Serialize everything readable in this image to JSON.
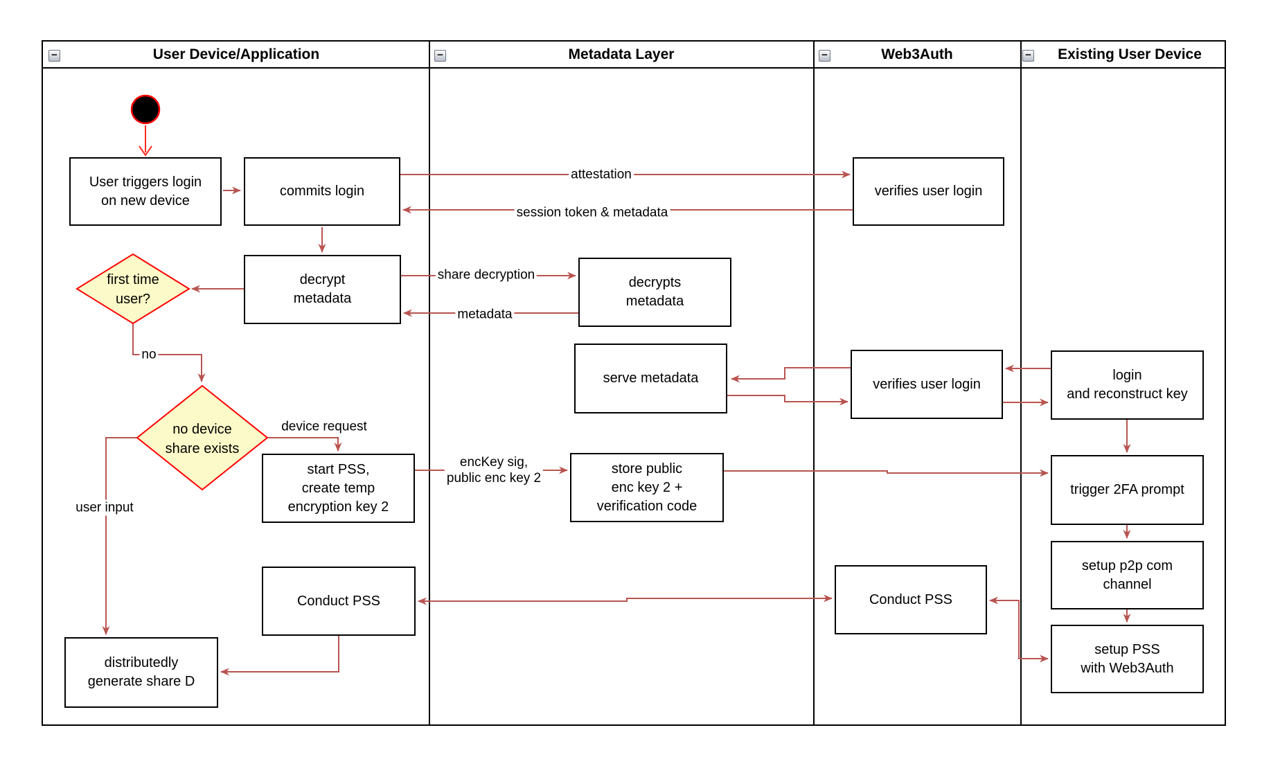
{
  "diagram_title": "Web3Auth device share / PSS login flow (swimlane activity diagram)",
  "colors": {
    "arrow": "#B85450",
    "accent_red": "#FF0000",
    "diamond_fill": "#FCFAC8",
    "shape_border": "#000000",
    "background": "#FFFFFF"
  },
  "lanes": [
    {
      "title": "User Device/Application",
      "collapse_glyph": "−"
    },
    {
      "title": "Metadata Layer",
      "collapse_glyph": "−"
    },
    {
      "title": "Web3Auth",
      "collapse_glyph": "−"
    },
    {
      "title": "Existing User Device",
      "collapse_glyph": "−"
    }
  ],
  "nodes": {
    "user_triggers": {
      "label": "User triggers login\non new device"
    },
    "commits_login": {
      "label": "commits login"
    },
    "verifies_login_top": {
      "label": "verifies user login"
    },
    "decrypt_metadata": {
      "label": "decrypt\nmetadata"
    },
    "first_time_user": {
      "label": "first time\nuser?"
    },
    "decrypts_metadata": {
      "label": "decrypts\nmetadata"
    },
    "serve_metadata": {
      "label": "serve metadata"
    },
    "verifies_login_mid": {
      "label": "verifies user login"
    },
    "login_reconstruct": {
      "label": "login\nand reconstruct key"
    },
    "no_device_share": {
      "label": "no device\nshare exists"
    },
    "start_pss": {
      "label": "start PSS,\ncreate temp\nencryption key 2"
    },
    "store_public": {
      "label": "store public\nenc key 2 +\nverification code"
    },
    "trigger_2fa": {
      "label": "trigger 2FA prompt"
    },
    "setup_p2p": {
      "label": "setup p2p com\nchannel"
    },
    "setup_pss": {
      "label": "setup PSS\nwith Web3Auth"
    },
    "conduct_pss_left": {
      "label": "Conduct PSS"
    },
    "conduct_pss_right": {
      "label": "Conduct PSS"
    },
    "distributedly": {
      "label": "distributedly\ngenerate share D"
    }
  },
  "edge_labels": {
    "attestation": "attestation",
    "session_token": "session token & metadata",
    "share_decryption": "share decryption",
    "metadata": "metadata",
    "no": "no",
    "device_request": "device request",
    "user_input": "user input",
    "enckey": "encKey sig,\npublic enc key 2"
  }
}
